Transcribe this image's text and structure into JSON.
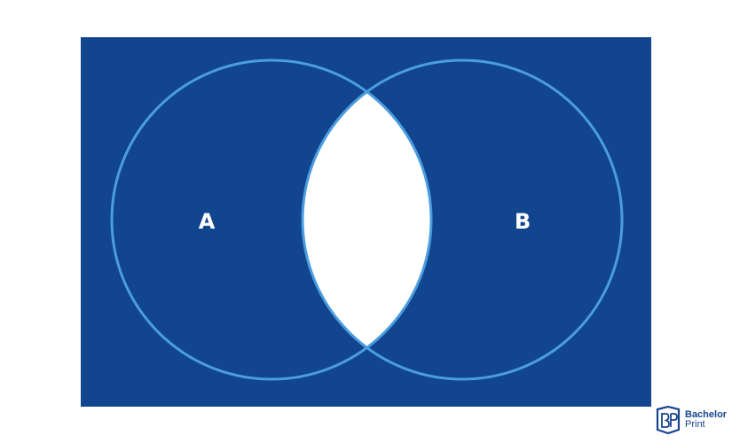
{
  "diagram": {
    "type": "venn",
    "sets": [
      {
        "id": "A",
        "label": "A"
      },
      {
        "id": "B",
        "label": "B"
      }
    ],
    "highlighted_region": "A∩B",
    "colors": {
      "background": "#11468f",
      "circle_stroke": "#4b9de0",
      "highlight_fill": "#ffffff",
      "label": "#ffffff"
    }
  },
  "brand": {
    "name_line1": "Bachelor",
    "name_line2": "Print",
    "color": "#16458f"
  }
}
